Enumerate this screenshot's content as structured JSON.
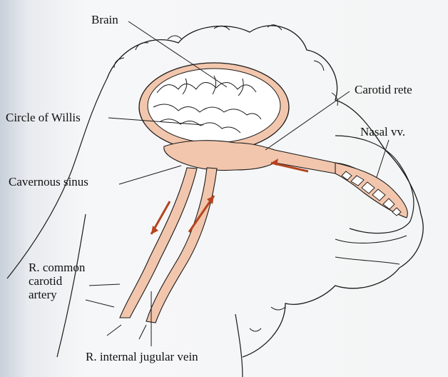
{
  "labels": {
    "brain": "Brain",
    "carotid_rete": "Carotid rete",
    "circle_of_willis": "Circle of Willis",
    "nasal_vv": "Nasal vv.",
    "cavernous_sinus": "Cavernous sinus",
    "common_carotid_line1": "R. common",
    "common_carotid_line2": "carotid",
    "common_carotid_line3": "artery",
    "internal_jugular": "R. internal jugular vein"
  },
  "colors": {
    "vessel_fill": "#f2c6ad",
    "arrow": "#b5441f",
    "outline": "#1a1a1a"
  }
}
